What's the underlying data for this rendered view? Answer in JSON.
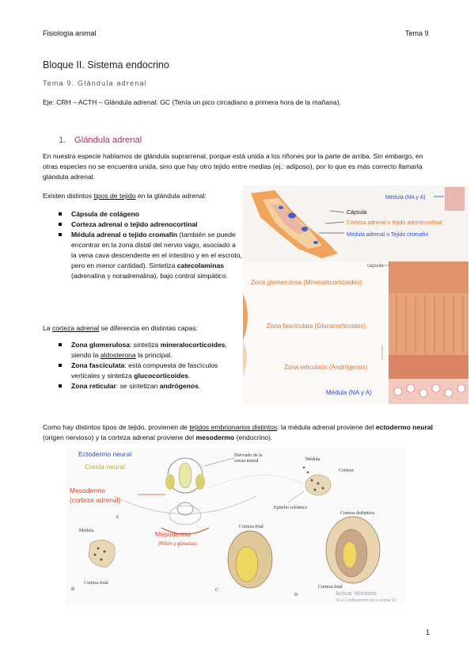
{
  "header": {
    "left": "Fisiología animal",
    "right": "Tema 9"
  },
  "bloque_title": "Bloque II. Sistema endocrino",
  "tema_subtitle": "Tema 9. Glándula adrenal",
  "eje": "Eje: CRH – ACTH – Glándula adrenal: GC   (Tenía un pico circadiano a primera hora de la mañana).",
  "section1": {
    "number": "1.",
    "title": "Glándula adrenal"
  },
  "intro": "En nuestra especie hablamos de glándula suprarrenal, porque está unida a los riñones por la parte de arriba. Sin embargo, en otras especies no se encuentra unida, sino que hay otro tejido entre medias (ej.: adiposo), por lo que es más correcto llamarla glándula adrenal.",
  "tipos": {
    "pre": "Existen distintos ",
    "link": "tipos de tejido",
    "post": " en la glándula adrenal:"
  },
  "list1": {
    "i1": "Cápsula de colágeno",
    "i2": "Corteza adrenal o tejido adrenocortinal",
    "i3_bold": "Médula adrenal o tejido cromafín",
    "i3_rest": " (también se puede encontrar en la zona distal del nervio vago, asociado a la vena cava descendente en el intestino y en el escroto, pero en menor cantidad). Sintetiza ",
    "i3_bold2": "catecolaminas",
    "i3_end": " (adrenalina y noradrenalina), bajo control simpático."
  },
  "corteza_p": {
    "pre": "La ",
    "link": "corteza adrenal",
    "post": " se diferencia en distintas capas:"
  },
  "list2": {
    "g_bold": "Zona glomerulosa",
    "g_mid": ": sintetiza ",
    "g_bold2": "mineralocorticoides",
    "g_mid2": ", siendo la ",
    "g_link": "aldosterona",
    "g_end": " la principal.",
    "f_bold": "Zona fasciculata",
    "f_mid": ": está compuesta de fascículos verticales y sintetiza ",
    "f_bold2": "glucocorticoides",
    "f_end": ".",
    "r_bold": "Zona reticular",
    "r_mid": ": se sintetizan ",
    "r_bold2": "andrógenos",
    "r_end": "."
  },
  "como": {
    "pre": "Como hay distintos tipos de tejido, provienen de ",
    "link": "tejidos embrionarios distintos",
    "mid": ": la médula adrenal proviene del ",
    "b1": "ectodermo neural",
    "mid2": " (origen nervioso) y la corteza adrenal proviene del ",
    "b2": "mesodermo",
    "end": " (endocrino)."
  },
  "figure1": {
    "medula": "Médula (NA y A)",
    "capsula": "Cápsula",
    "corteza": "Corteza adrenal o tejido adrenocortinal",
    "medula2": "Médula adrenal o Tejido cromafín"
  },
  "figure2": {
    "capsule": "capsule",
    "glomerulosa": "Zona glomerulosa (Mineralocorticoides)",
    "fasciculata": "Zona fasciculata (Glucocorticoides)",
    "reticularis": "Zona reticularis (Andrógenos)",
    "medula": "Médula (NA y A)"
  },
  "figure3": {
    "ectodermo": "Ectodermo neural",
    "cresta": "Cresta neural",
    "derivado1": "Derivado de la",
    "derivado2": "cresta neural",
    "mesodermo1": "Mesodermo",
    "mesodermo2": "(corteza adrenal)",
    "medula_a": "Médula",
    "corteza_a": "Corteza",
    "epitelio": "Epitelio celómico",
    "letter_a": "A",
    "medula_b": "Médula",
    "mesodermo3": "Mesodermo",
    "rinon": "(Riñón y gónadas)",
    "corteza_fetal_c": "Corteza fetal",
    "corteza_definitiva": "Corteza definitiva",
    "corteza_fetal_b": "Corteza fetal",
    "corteza_fetal_d": "Corteza fetal",
    "letter_b": "B",
    "letter_c": "C",
    "letter_d": "D",
    "activar1": "Activar Windows",
    "activar2": "Ve a Configuración para activar W"
  },
  "page_number": "1",
  "colors": {
    "heading": "#b0305a",
    "blue_label": "#2b4fd6",
    "orange_label": "#e8742a",
    "olive_label": "#b5b51e",
    "red_label": "#e0421f"
  }
}
